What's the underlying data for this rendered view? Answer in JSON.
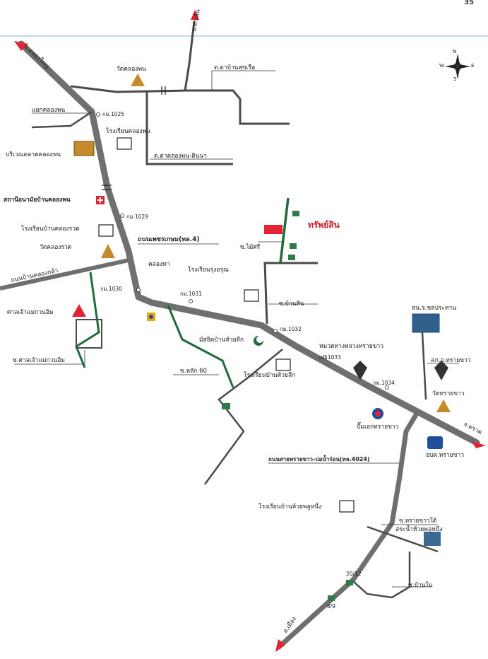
{
  "page": {
    "number": "35"
  },
  "compass": {
    "n": "N",
    "s": "S",
    "e": "E",
    "w": "W"
  },
  "colors": {
    "road": "#6f6f6f",
    "minor_road": "#4a4a4a",
    "branch_green": "#1f6b3a",
    "property_red": "#e32335",
    "property_label": "#d2202e",
    "header_line": "#a9cde3",
    "icon_blue": "#1f4f9a",
    "temple_gold": "#c58a2a"
  },
  "labels": {
    "to_khlong_yai": "อ.คลองใหญ่",
    "to_mueang": "อ.เมือง",
    "to_trat": "จ.ตราด",
    "ban_tha_sen": "บ.ท่าเส้น",
    "soi_ban_sukhiri": "ต.ตาบ้านสุขเรือ",
    "wat_khlong_phon": "วัดคลองพน",
    "phaek_khlong_phon": "แยกคลองพน",
    "km1025": "กม.1025",
    "school_khlong_phon": "โรงเรียนคลองพน",
    "khlong_phon_market": "บริเวณตลาดคลองพน",
    "soi_khlong_phon_tin": "ต.ตาคลองพน-ตินนา",
    "health_station": "สถานีอนามัยบ้านคลองพน",
    "km1029": "กม.1029",
    "school_khlong_rang": "โรงเรียนบ้านคลองรวด",
    "wat_khlong_rang": "วัดคลองรวด",
    "phetkasem_road": "ถนนเพชรเกษม(ทล.4)",
    "khlong_kla_road": "ถนนบ้านคลองกล้า",
    "km1030": "กม.1030",
    "khlong_tha": "คลองทา",
    "km1031": "กม.1031",
    "school_rung_arun": "โรงเรียนรุ่งอรุณ",
    "soi_mai_sri": "ซ.ไม้ศรี",
    "property": "ทรัพย์สิน",
    "soi_ban_sin": "ซ.บ้านสิน",
    "shrine_mae": "ศาลเจ้าแม่กวนอิม",
    "soi_shrine": "ซ.ศาลเจ้าแม่กวนอิม",
    "mosque": "มัสยิดบ้านห้วยลึก",
    "km1032": "กม.1032",
    "school_huai_luek": "โรงเรียนบ้านห้วยลึก",
    "soi_lak_60": "ซ.หลัก 60",
    "highway_office": "หมวดทางหลวงทรายขาว",
    "km1033": "กม.1033",
    "police_station": "สภ.อ.ทรายขาว",
    "school_sai_khao_house": "สน.จ.ชลประทาน",
    "km1034": "กม.1034",
    "wat_sai_khao": "วัดทรายขาว",
    "gas_station": "ปั๊มเอกทรายขาว",
    "pao_sai_khao": "อบต.ทรายขาว",
    "highway_4024": "ถนนสายทรายขาว-บ่อน้ำร่อน(ทล.4024)",
    "school_huai_phlu": "โรงเรียนบ้านห้วยพลูหนึ่ง",
    "soi_sai_khao_tai": "ซ.ทรายขาวใต้",
    "pond_huai_phlu": "สระน้ำห้วยพลูหนึ่ง",
    "marker_20_12": "20/12",
    "marker_8_9": "8/9",
    "soi_ban_nai": "ซ.บ้านใน"
  }
}
